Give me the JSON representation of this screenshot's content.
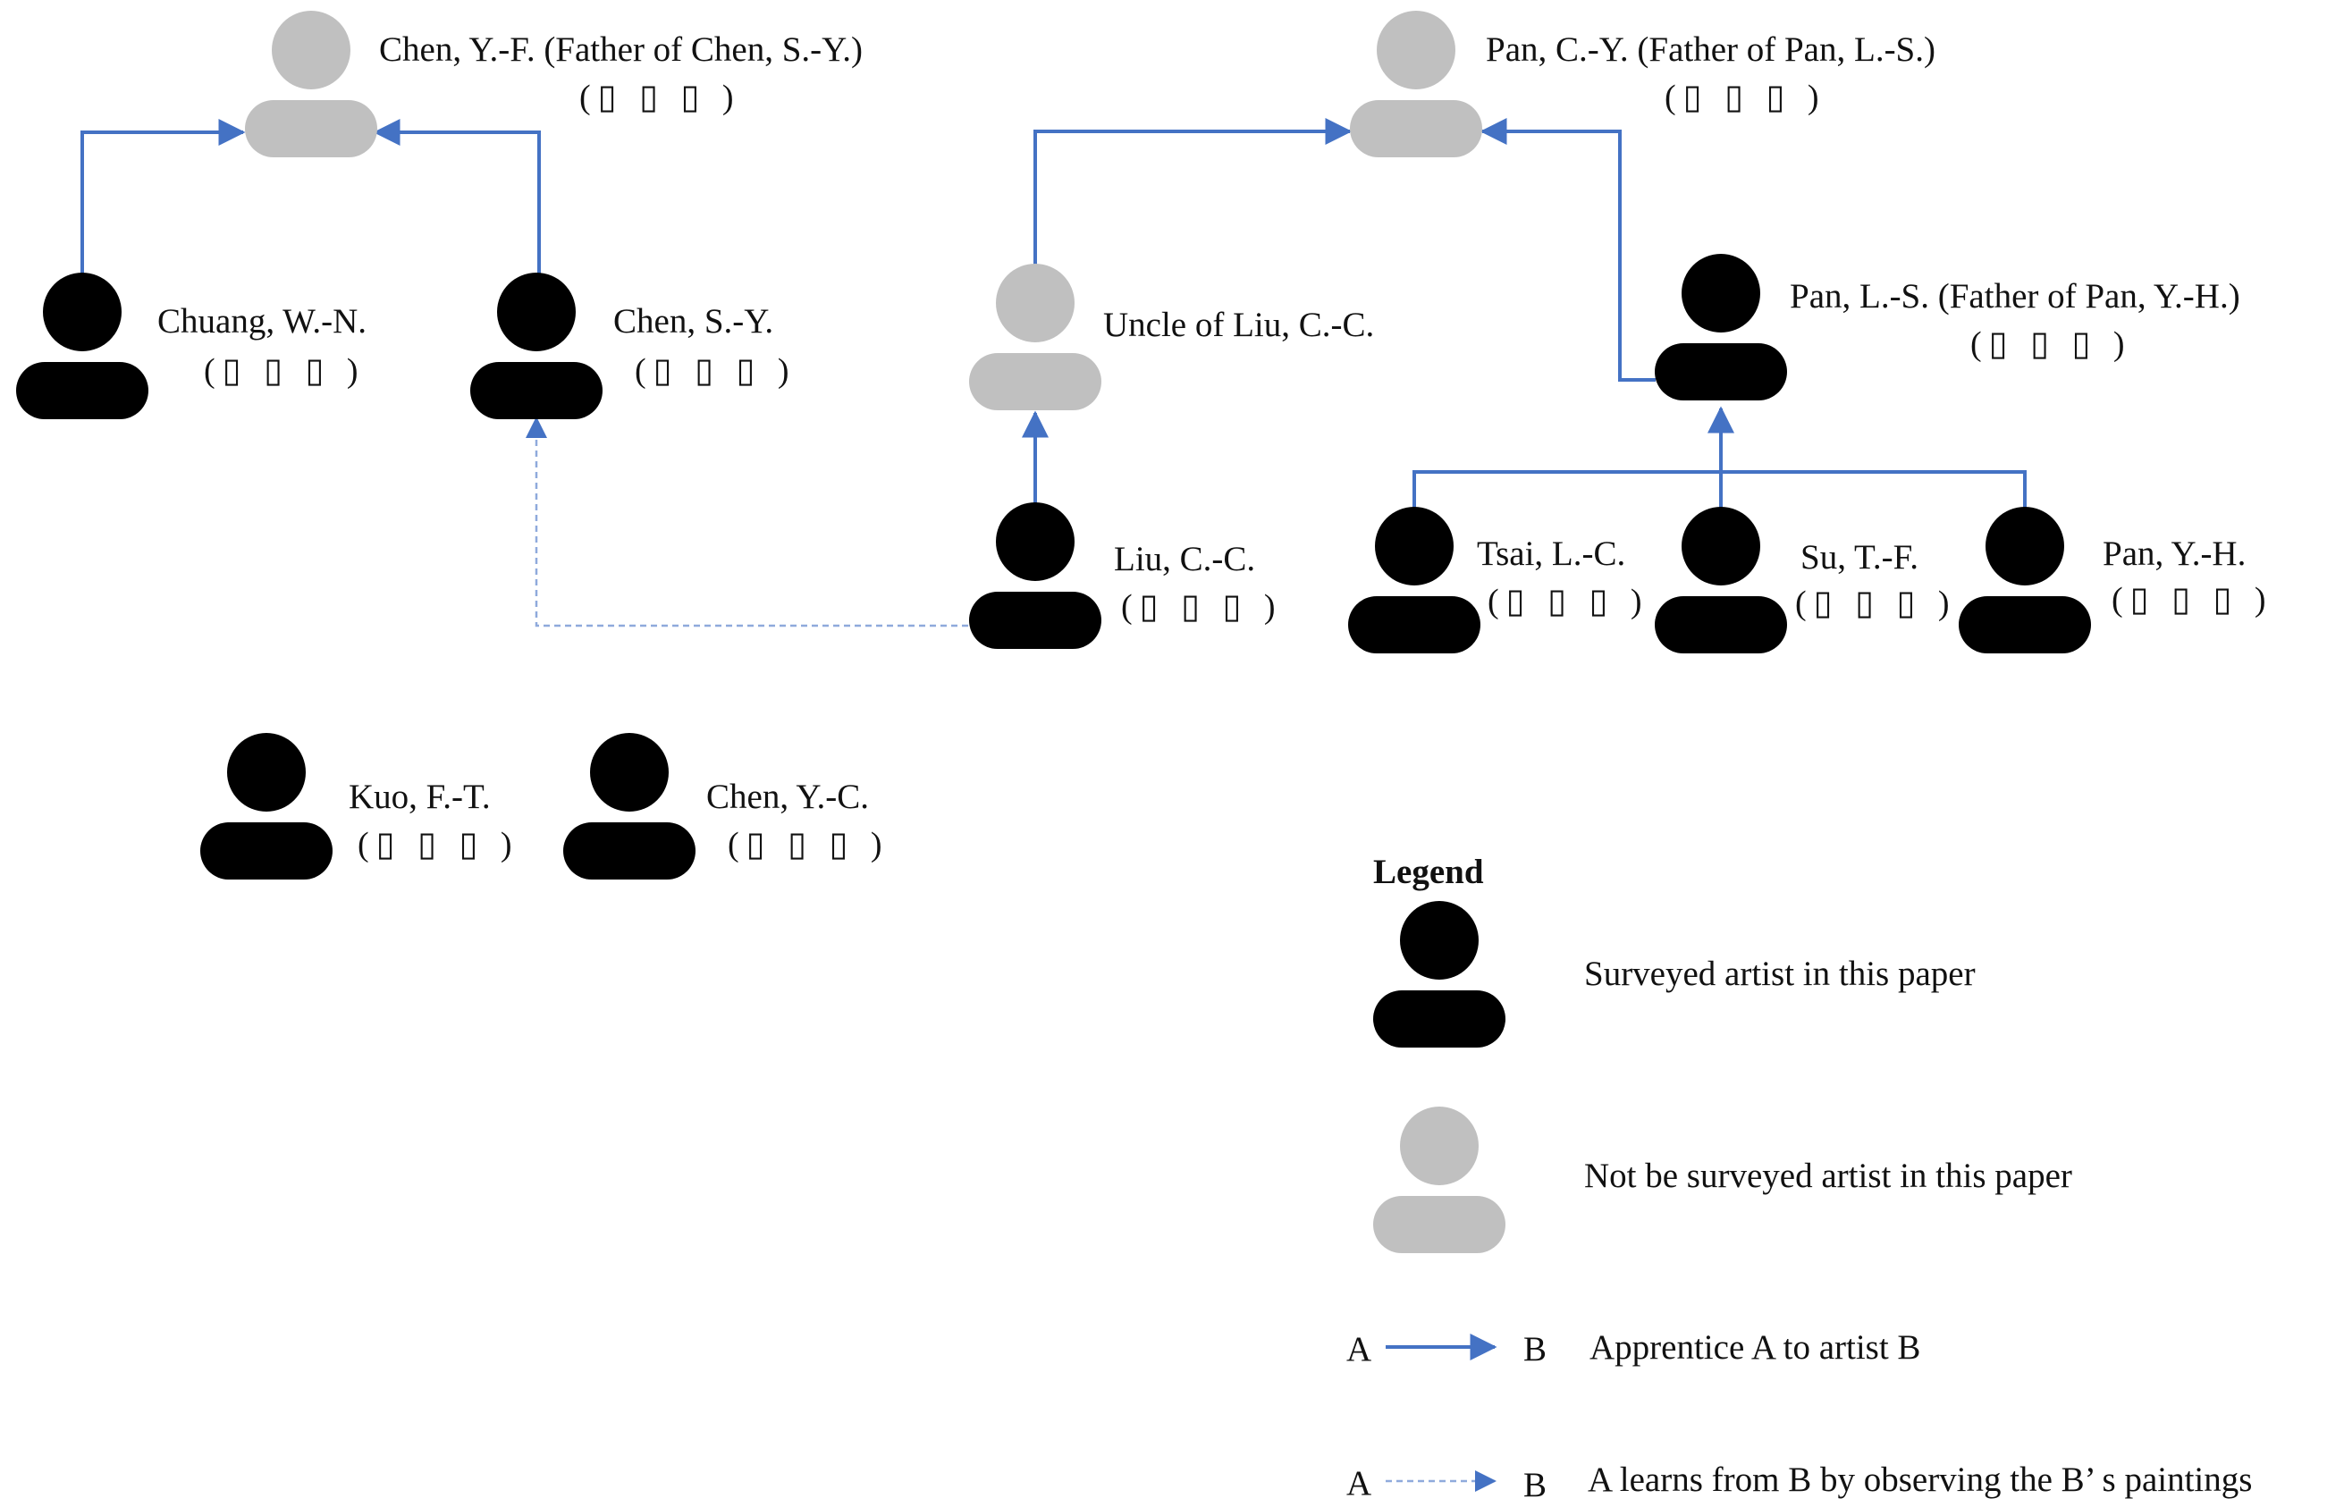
{
  "colors": {
    "surveyed": "#000000",
    "not_surveyed": "#c0c0c0",
    "apprentice_line": "#4472c4",
    "observe_line": "#8faadc"
  },
  "people": [
    {
      "id": "chen_yf",
      "name": "Chen, Y.-F. (Father of Chen, S.-Y.)",
      "cn": "(▯ ▯ ▯ )",
      "surveyed": false
    },
    {
      "id": "pan_cy",
      "name": "Pan, C.-Y. (Father of Pan, L.-S.)",
      "cn": "(▯ ▯ ▯ )",
      "surveyed": false
    },
    {
      "id": "chuang_wn",
      "name": "Chuang, W.-N.",
      "cn": "(▯ ▯ ▯ )",
      "surveyed": true
    },
    {
      "id": "chen_sy",
      "name": "Chen, S.-Y.",
      "cn": "(▯ ▯ ▯ )",
      "surveyed": true
    },
    {
      "id": "uncle_liu",
      "name": "Uncle of Liu, C.-C.",
      "cn": "",
      "surveyed": false
    },
    {
      "id": "pan_ls",
      "name": "Pan, L.-S. (Father of Pan, Y.-H.)",
      "cn": "(▯ ▯ ▯ )",
      "surveyed": true
    },
    {
      "id": "liu_cc",
      "name": "Liu, C.-C.",
      "cn": "(▯ ▯ ▯ )",
      "surveyed": true
    },
    {
      "id": "tsai_lc",
      "name": "Tsai, L.-C.",
      "cn": "(▯ ▯ ▯ )",
      "surveyed": true
    },
    {
      "id": "su_tf",
      "name": "Su, T.-F.",
      "cn": "(▯ ▯ ▯ )",
      "surveyed": true
    },
    {
      "id": "pan_yh",
      "name": "Pan, Y.-H.",
      "cn": "(▯ ▯ ▯ )",
      "surveyed": true
    },
    {
      "id": "kuo_ft",
      "name": "Kuo, F.-T.",
      "cn": "(▯ ▯ ▯ )",
      "surveyed": true
    },
    {
      "id": "chen_yc",
      "name": "Chen, Y.-C.",
      "cn": "(▯ ▯ ▯ )",
      "surveyed": true
    }
  ],
  "relations": [
    {
      "from": "chuang_wn",
      "to": "chen_yf",
      "type": "apprentice"
    },
    {
      "from": "chen_sy",
      "to": "chen_yf",
      "type": "apprentice"
    },
    {
      "from": "uncle_liu",
      "to": "pan_cy",
      "type": "apprentice"
    },
    {
      "from": "pan_ls",
      "to": "pan_cy",
      "type": "apprentice"
    },
    {
      "from": "liu_cc",
      "to": "uncle_liu",
      "type": "apprentice"
    },
    {
      "from": "tsai_lc",
      "to": "pan_ls",
      "type": "apprentice"
    },
    {
      "from": "su_tf",
      "to": "pan_ls",
      "type": "apprentice"
    },
    {
      "from": "pan_yh",
      "to": "pan_ls",
      "type": "apprentice"
    },
    {
      "from": "liu_cc",
      "to": "chen_sy",
      "type": "observe"
    }
  ],
  "legend": {
    "title": "Legend",
    "surveyed": "Surveyed artist in this paper",
    "not_surveyed": "Not be surveyed artist in this paper",
    "node_a": "A",
    "node_b": "B",
    "apprentice": "Apprentice A to artist B",
    "observe": "A learns from B by observing the B’ s paintings"
  }
}
